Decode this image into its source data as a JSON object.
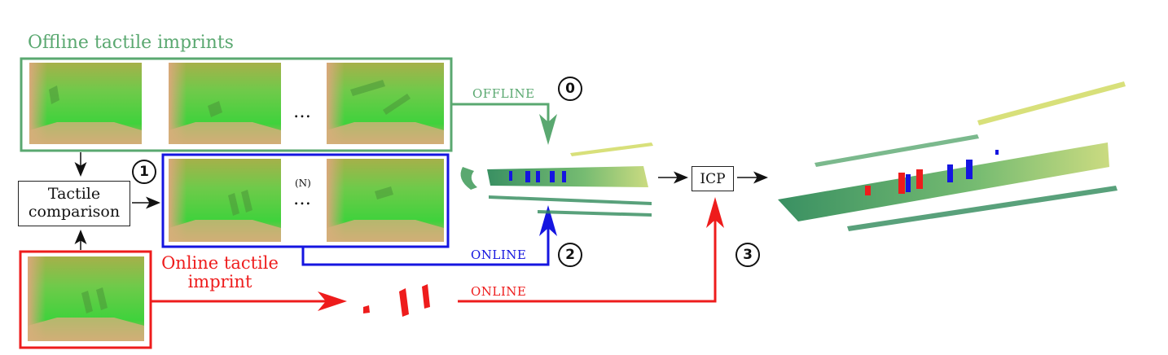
{
  "offline_group": {
    "title": "Offline tactile imprints",
    "dots": "…"
  },
  "online_group": {
    "n_label": "(N)",
    "dots": "…"
  },
  "tactile_comparison": {
    "line1": "Tactile",
    "line2": "comparison"
  },
  "online_imprint": {
    "line1": "Online tactile",
    "line2": "imprint"
  },
  "icp": {
    "label": "ICP"
  },
  "edges": {
    "offline": "OFFLINE",
    "online_top": "ONLINE",
    "online_bottom": "ONLINE"
  },
  "steps": {
    "s0": "0",
    "s1": "1",
    "s2": "2",
    "s3": "3"
  },
  "colors": {
    "offline": "#5aa870",
    "online": "#1515e0",
    "new": "#ee1c1c",
    "edge": "#111111"
  }
}
